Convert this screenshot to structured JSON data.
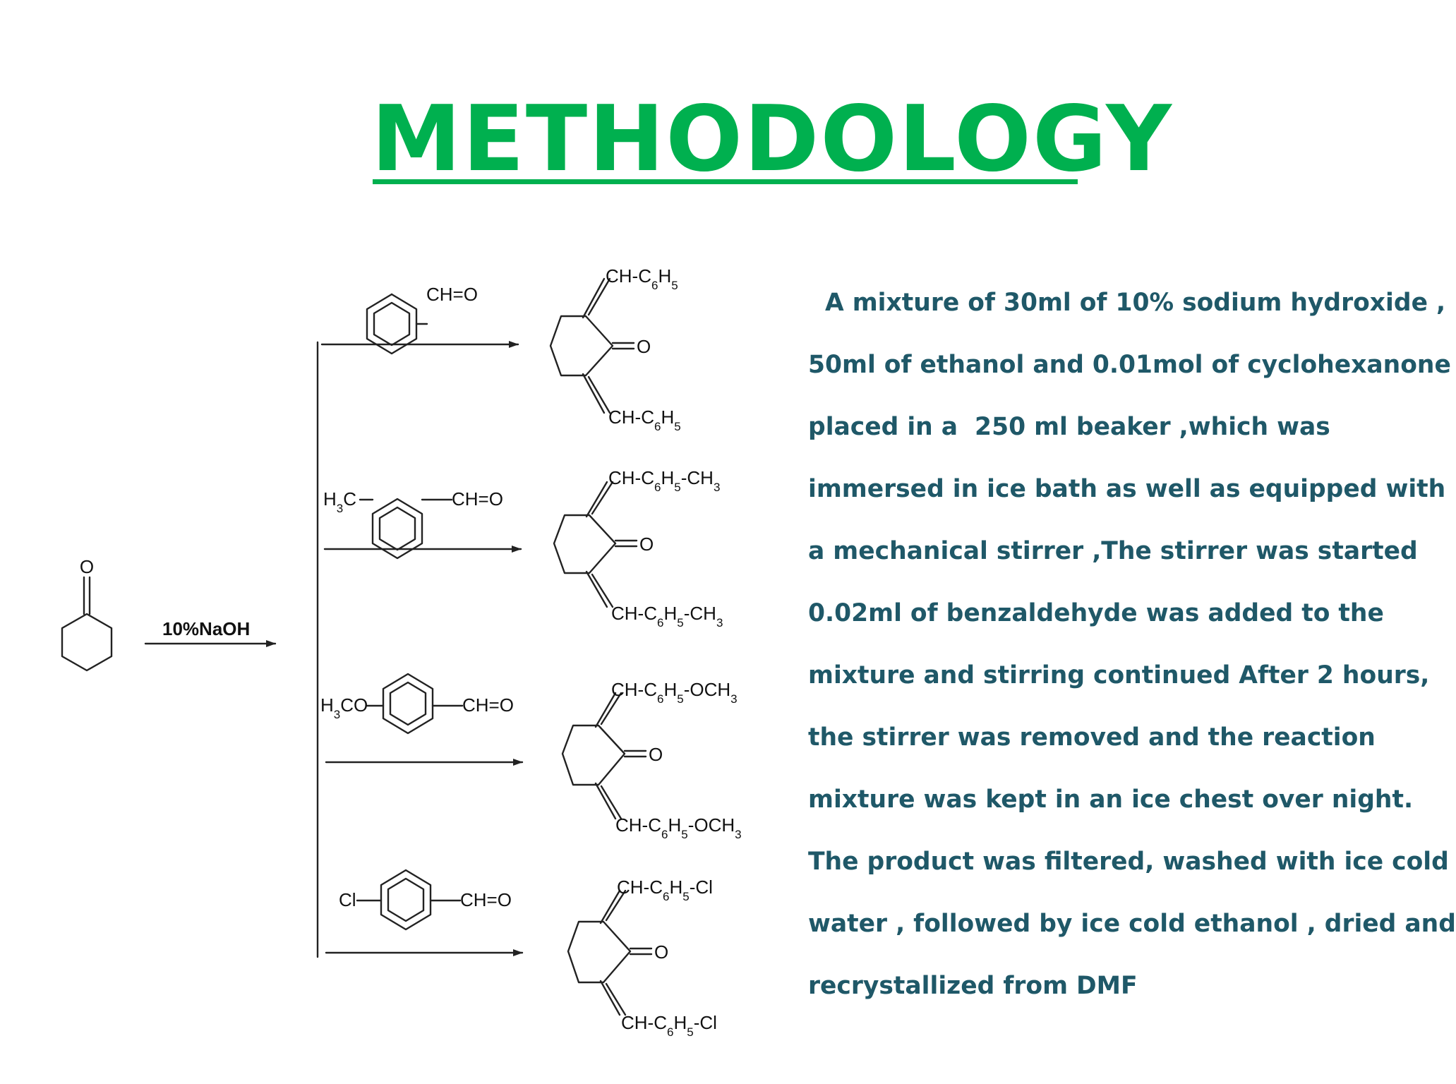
{
  "title": "METHODOLOGY",
  "colors": {
    "title": "#00b04f",
    "body_text": "#1f5868"
  },
  "scheme": {
    "starting_material_oxygen": "O",
    "reagent": "10%NaOH",
    "reactants": [
      {
        "left": "",
        "right": "CH=O"
      },
      {
        "left": "H3C",
        "right": "CH=O"
      },
      {
        "left": "H3CO",
        "right": "CH=O"
      },
      {
        "left": "Cl",
        "right": "CH=O"
      }
    ],
    "products": [
      {
        "top": "CH-C6H5",
        "bottom": "CH-C6H5",
        "carbonyl": "O"
      },
      {
        "top": "CH-C6H5-CH3",
        "bottom": "CH-C6H5-CH3",
        "carbonyl": "O"
      },
      {
        "top": "CH-C6H5-OCH3",
        "bottom": "CH-C6H5-OCH3",
        "carbonyl": "O"
      },
      {
        "top": "CH-C6H5-Cl",
        "bottom": "CH-C6H5-Cl",
        "carbonyl": "O"
      }
    ]
  },
  "paragraph_lines": [
    "  A mixture of 30ml of 10% sodium hydroxide ,",
    "50ml of ethanol and 0.01mol of cyclohexanone",
    "placed in a  250 ml beaker ,which was",
    "immersed in ice bath as well as equipped with",
    "a mechanical stirrer ,The stirrer was started",
    "0.02ml of benzaldehyde was added to the",
    "mixture and stirring continued After 2 hours,",
    "the stirrer was removed and the reaction",
    "mixture was kept in an ice chest over night.",
    "The product was filtered, washed with ice cold",
    "water , followed by ice cold ethanol , dried and",
    "recrystallized from DMF"
  ]
}
